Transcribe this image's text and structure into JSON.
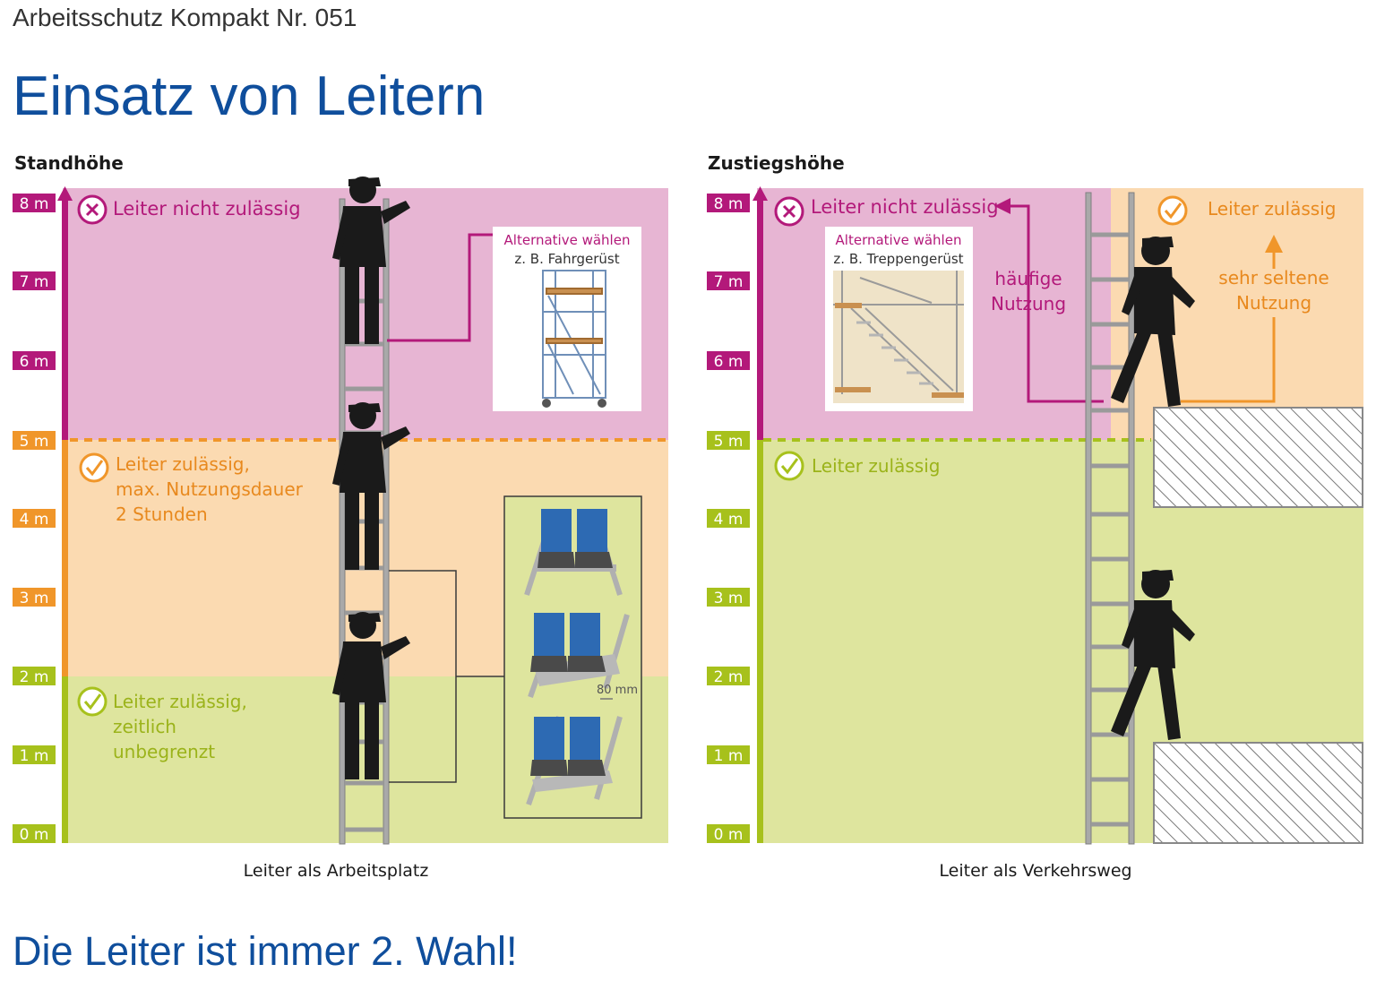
{
  "header": {
    "series_title": "Arbeitsschutz Kompakt Nr. 051",
    "main_title": "Einsatz von Leitern"
  },
  "footer": {
    "slogan": "Die Leiter ist immer 2. Wahl!"
  },
  "colors": {
    "brand_blue": "#0f4e9c",
    "magenta": "#b3197a",
    "orange": "#f0962a",
    "green": "#a7c11c",
    "zone_pink": "#e7b5d3",
    "zone_orange": "#fbdab1",
    "zone_green": "#dee59e"
  },
  "height_scale": [
    "0 m",
    "1 m",
    "2 m",
    "3 m",
    "4 m",
    "5 m",
    "6 m",
    "7 m",
    "8 m"
  ],
  "left_panel": {
    "heading": "Standhöhe",
    "caption": "Leiter als Arbeitsplatz",
    "zone_top": {
      "icon": "cross-circle-icon",
      "line1": "Leiter nicht zulässig"
    },
    "zone_mid": {
      "icon": "check-circle-icon",
      "line1": "Leiter zulässig,",
      "line2": "max. Nutzungsdauer",
      "line3": "2 Stunden"
    },
    "zone_low": {
      "icon": "check-circle-icon",
      "line1": "Leiter zulässig,",
      "line2": "zeitlich",
      "line3": "unbegrenzt"
    },
    "alternative": {
      "title": "Alternative wählen",
      "subtitle": "z. B. Fahrgerüst",
      "image": "mobile-scaffold-image"
    },
    "rung_detail": {
      "dimension": "80 mm",
      "images": [
        "step-ladder-feet-image",
        "wide-rung-feet-image",
        "narrow-rung-feet-image"
      ]
    }
  },
  "right_panel": {
    "heading": "Zustiegshöhe",
    "caption": "Leiter als Verkehrsweg",
    "zone_top": {
      "icon": "cross-circle-icon",
      "line1": "Leiter nicht zulässig"
    },
    "zone_low": {
      "icon": "check-circle-icon",
      "line1": "Leiter zulässig"
    },
    "zone_right": {
      "icon": "check-circle-icon",
      "line1": "Leiter zulässig"
    },
    "frequent": {
      "line1": "häufige",
      "line2": "Nutzung"
    },
    "rare": {
      "line1": "sehr seltene",
      "line2": "Nutzung"
    },
    "alternative": {
      "title": "Alternative wählen",
      "subtitle": "z. B. Treppengerüst",
      "image": "stair-scaffold-image"
    }
  }
}
